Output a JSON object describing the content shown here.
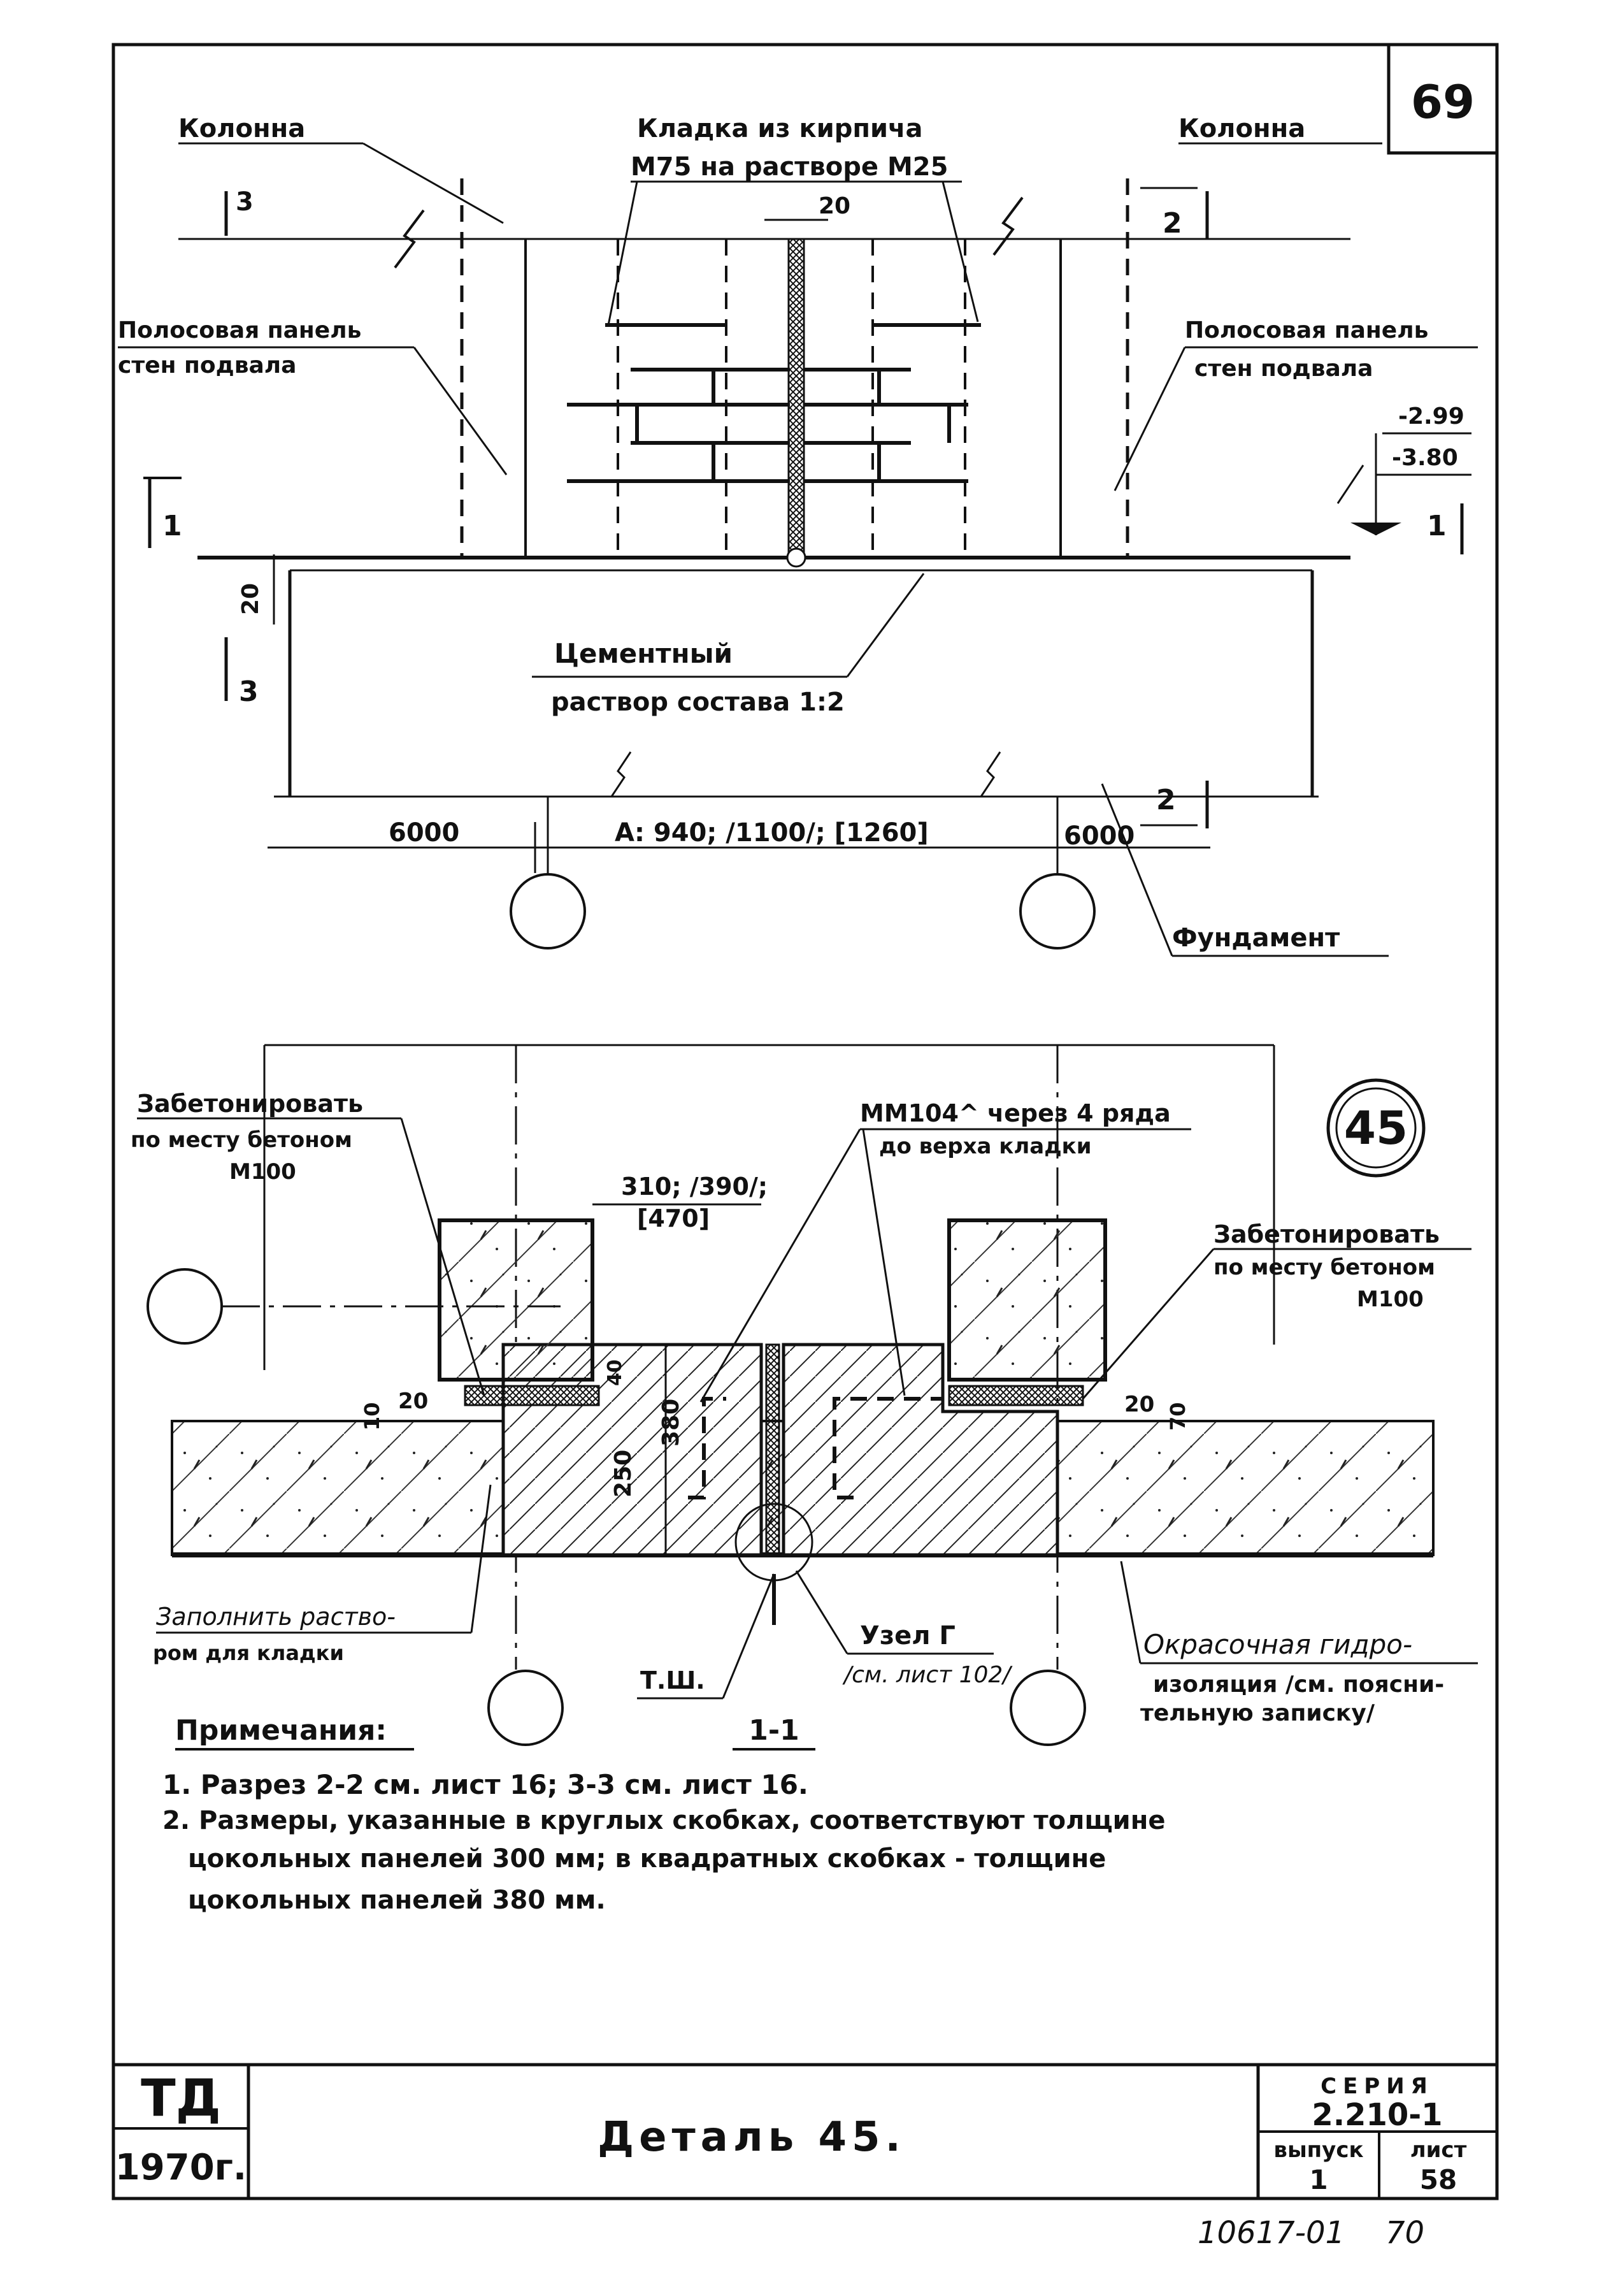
{
  "sheet": {
    "page_number": "69",
    "footer_numbers": {
      "archive": "10617-01",
      "page": "70"
    }
  },
  "plan": {
    "label_column_left": "Колонна",
    "label_column_right": "Колонна",
    "label_masonry_line1": "Кладка из кирпича",
    "label_masonry_line2": "М75 на растворе М25",
    "dim_joint": "20",
    "label_panel_left_line1": "Полосовая панель",
    "label_panel_left_line2": "стен подвала",
    "label_panel_right_line1": "Полосовая панель",
    "label_panel_right_line2": "стен подвала",
    "level_top": "-2.99",
    "level_bottom": "-3.80",
    "dim_mortar_thickness": "20",
    "label_mortar_line1": "Цементный",
    "label_mortar_line2": "раствор состава 1:2",
    "dim_left_span": "6000",
    "dim_mid_span": "А: 940; /1100/; [1260]",
    "dim_right_span": "6000",
    "label_foundation": "Фундамент",
    "section_marks": {
      "top_left": "3",
      "top_right": "2",
      "mid_left": "1",
      "mid_right": "1",
      "low_left": "3",
      "bottom_right": "2"
    }
  },
  "section": {
    "detail_number": "45",
    "label_concrete_left_line1": "Забетонировать",
    "label_concrete_left_line2": "по месту бетоном",
    "label_concrete_left_line3": "М100",
    "label_concrete_right_line1": "Забетонировать",
    "label_concrete_right_line2": "по месту бетоном",
    "label_concrete_right_line3": "М100",
    "label_mesh_line1": "ММ104^ через 4 ряда",
    "label_mesh_line2": "до верха кладки",
    "dim_width_line1": "310; /390/;",
    "dim_width_line2": "[470]",
    "dim_left_20": "20",
    "dim_left_10": "10",
    "dim_small_40": "40",
    "dim_height_250": "250",
    "dim_height_380": "380",
    "dim_right_20": "20",
    "dim_right_70": "70",
    "label_fill_line1": "Заполнить раство-",
    "label_fill_line2": "ром для кладки",
    "label_tsh": "Т.Ш.",
    "label_node_line1": "Узел Г",
    "label_node_line2": "/см. лист 102/",
    "label_paint_line1": "Окрасочная гидро-",
    "label_paint_line2": "изоляция /см. поясни-",
    "label_paint_line3": "тельную записку/",
    "section_title": "1-1"
  },
  "notes": {
    "heading": "Примечания:",
    "line1": "1. Разрез 2-2 см. лист 16;   3-3 см. лист 16.",
    "line2": "2. Размеры, указанные в круглых скобках, соответствуют толщине",
    "line3": "цокольных панелей 300 мм; в квадратных скобках - толщине",
    "line4": "цокольных панелей 380 мм."
  },
  "title_block": {
    "org": "ТД",
    "year": "1970г.",
    "title": "Деталь 45.",
    "series_label": "СЕРИЯ",
    "series_value": "2.210-1",
    "issue_label": "выпуск",
    "issue_value": "1",
    "sheet_label": "лист",
    "sheet_value": "58"
  }
}
